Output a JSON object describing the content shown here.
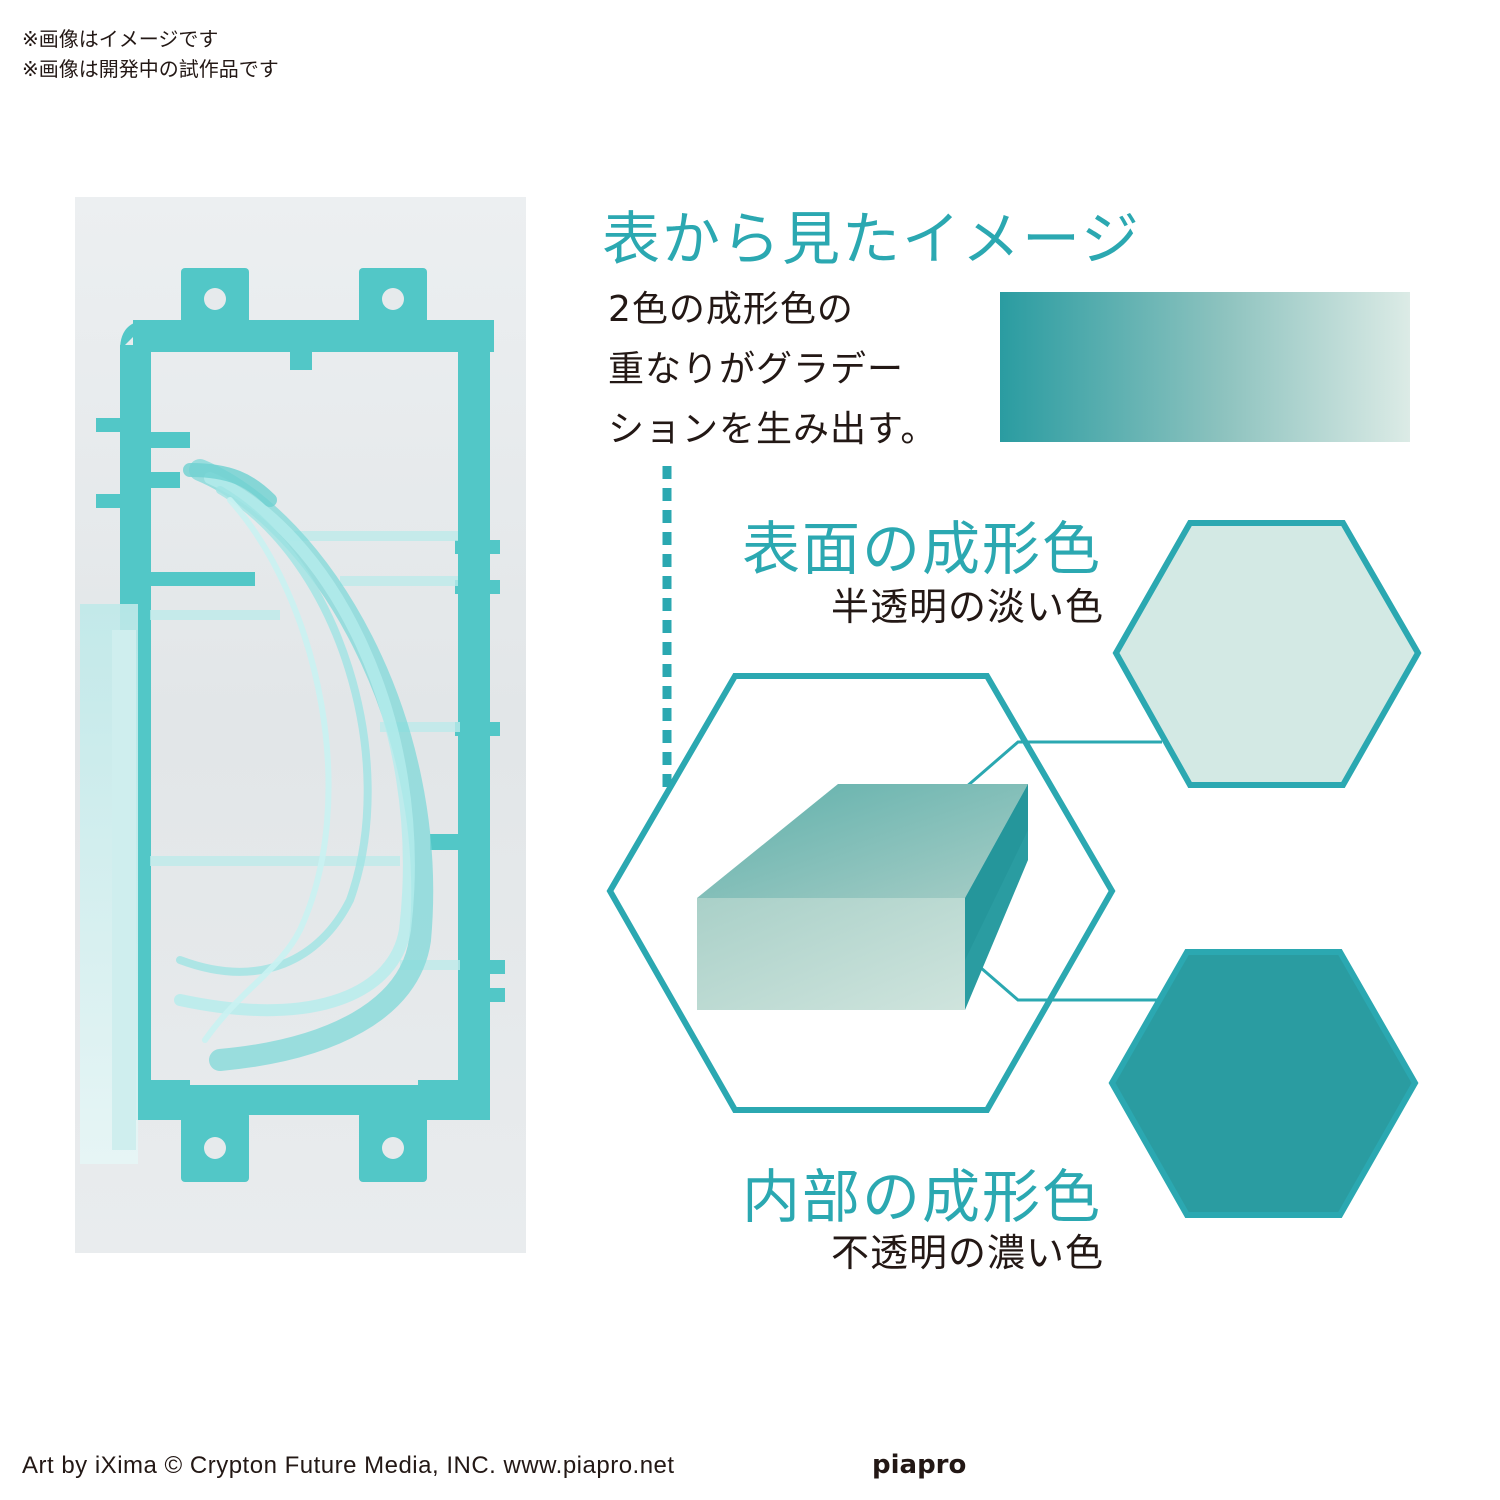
{
  "notes": [
    "※画像はイメージです",
    "※画像は開発中の試作品です"
  ],
  "headline": "表から見たイメージ",
  "description_lines": [
    "2色の成形色の",
    "重なりがグラデー",
    "ションを生み出す。"
  ],
  "surface": {
    "title": "表面の成形色",
    "subtitle": "半透明の淡い色",
    "color": "#d3e9e4"
  },
  "inner": {
    "title": "内部の成形色",
    "subtitle": "不透明の濃い色",
    "color": "#2a9ca1"
  },
  "colors": {
    "accent": "#2ba8b1",
    "runner": "#4fc6c6",
    "gradient_start": "#2a9ca1",
    "gradient_end": "#dcebe6"
  },
  "credit": "Art by iXima © Crypton Future Media, INC. www.piapro.net",
  "logo_text": "piapro"
}
